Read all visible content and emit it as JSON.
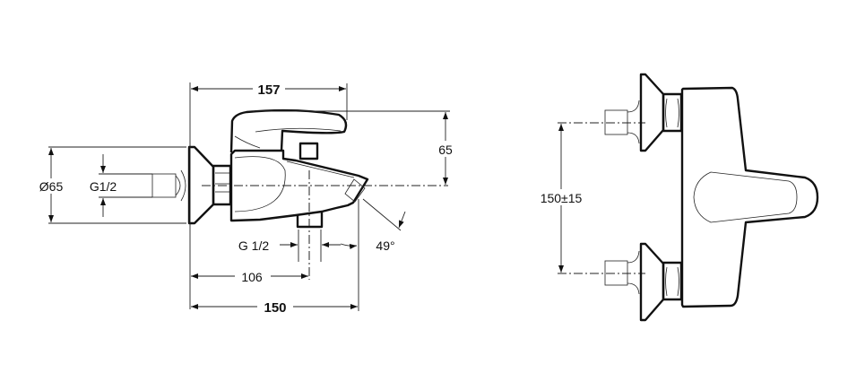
{
  "side_view": {
    "dim_overall_length": "157",
    "dim_height": "65",
    "dim_diameter": "Ø65",
    "dim_inlet_thread": "G1/2",
    "dim_outlet_thread": "G 1/2",
    "dim_outlet_offset": "106",
    "dim_body_length": "150",
    "dim_spout_angle": "49°"
  },
  "front_view": {
    "dim_inlet_spacing": "150±15"
  }
}
